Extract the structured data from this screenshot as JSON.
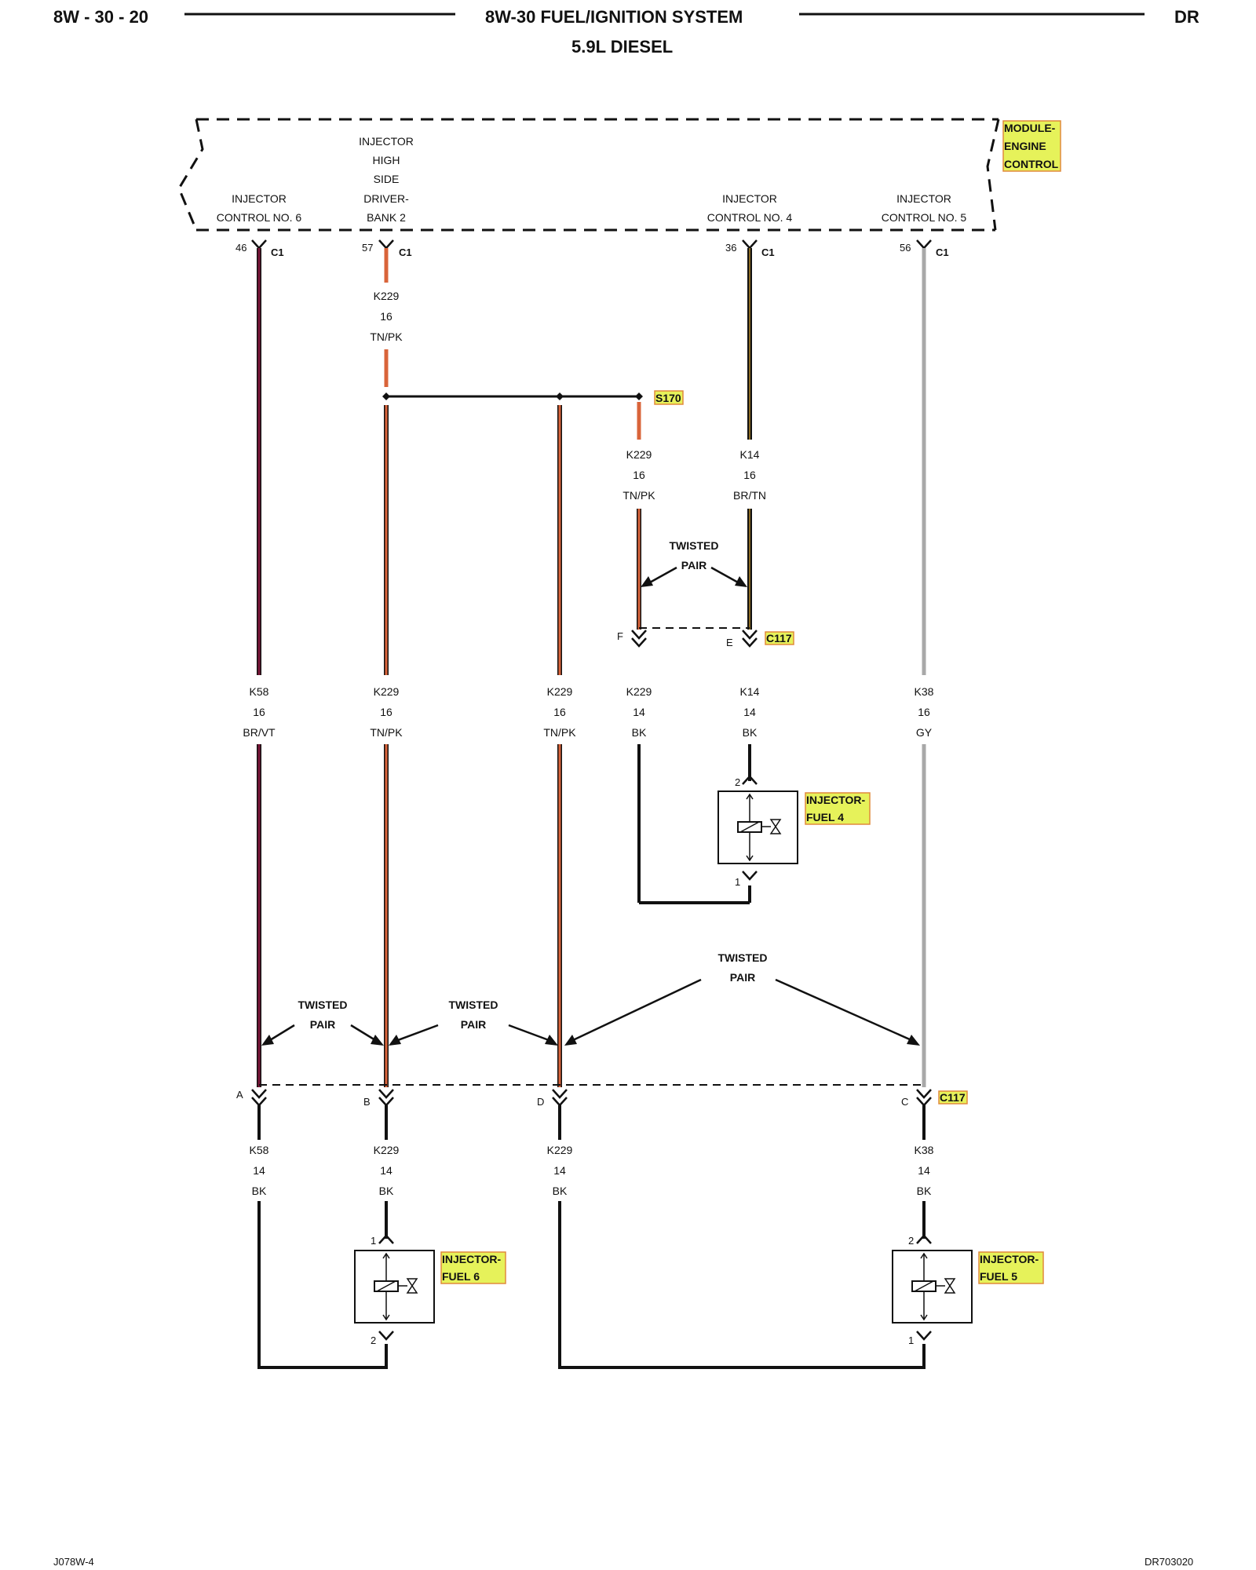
{
  "header": {
    "section": "8W - 30 - 20",
    "title": "8W-30 FUEL/IGNITION SYSTEM",
    "subtitle": "5.9L DIESEL",
    "model": "DR"
  },
  "footer": {
    "left": "J078W-4",
    "right": "DR703020"
  },
  "module": {
    "name": [
      "MODULE-",
      "ENGINE",
      "CONTROL"
    ],
    "pins": [
      {
        "label": [
          "INJECTOR",
          "CONTROL NO. 6"
        ],
        "pin": "46",
        "connector": "C1"
      },
      {
        "label": [
          "INJECTOR",
          "HIGH",
          "SIDE",
          "DRIVER-",
          "BANK 2"
        ],
        "pin": "57",
        "connector": "C1"
      },
      {
        "label": [
          "INJECTOR",
          "CONTROL NO. 4"
        ],
        "pin": "36",
        "connector": "C1"
      },
      {
        "label": [
          "INJECTOR",
          "CONTROL NO. 5"
        ],
        "pin": "56",
        "connector": "C1"
      }
    ]
  },
  "wires": {
    "k229_top": [
      "K229",
      "16",
      "TN/PK"
    ],
    "k229_s170": [
      "K229",
      "16",
      "TN/PK"
    ],
    "k14_top": [
      "K14",
      "16",
      "BR/TN"
    ],
    "k58_mid": [
      "K58",
      "16",
      "BR/VT"
    ],
    "k229_mid1": [
      "K229",
      "16",
      "TN/PK"
    ],
    "k229_mid2": [
      "K229",
      "16",
      "TN/PK"
    ],
    "k229_inj4": [
      "K229",
      "14",
      "BK"
    ],
    "k14_inj4": [
      "K14",
      "14",
      "BK"
    ],
    "k38_mid": [
      "K38",
      "16",
      "GY"
    ],
    "k58_low": [
      "K58",
      "14",
      "BK"
    ],
    "k229_low1": [
      "K229",
      "14",
      "BK"
    ],
    "k229_low2": [
      "K229",
      "14",
      "BK"
    ],
    "k38_low": [
      "K38",
      "14",
      "BK"
    ]
  },
  "splice": "S170",
  "connectors": {
    "c117_upper": {
      "name": "C117",
      "pins": [
        "F",
        "E"
      ]
    },
    "c117_lower": {
      "name": "C117",
      "pins": [
        "A",
        "B",
        "D",
        "C"
      ]
    }
  },
  "twisted_pair": [
    "TWISTED",
    "PAIR"
  ],
  "injectors": {
    "fuel4": {
      "name": [
        "INJECTOR-",
        "FUEL 4"
      ],
      "pin_top": "2",
      "pin_bottom": "1"
    },
    "fuel6": {
      "name": [
        "INJECTOR-",
        "FUEL 6"
      ],
      "pin_top": "1",
      "pin_bottom": "2"
    },
    "fuel5": {
      "name": [
        "INJECTOR-",
        "FUEL 5"
      ],
      "pin_top": "2",
      "pin_bottom": "1"
    }
  },
  "colors": {
    "k58_br_vt": "#7a1538",
    "k229_tn_pk": "#d9643a",
    "k14_br_tn": "#4a3a1a",
    "k38_gy": "#a8a8a8",
    "bk": "#111111",
    "tag_fill": "#e6f25a",
    "tag_border": "#e08a3c"
  }
}
